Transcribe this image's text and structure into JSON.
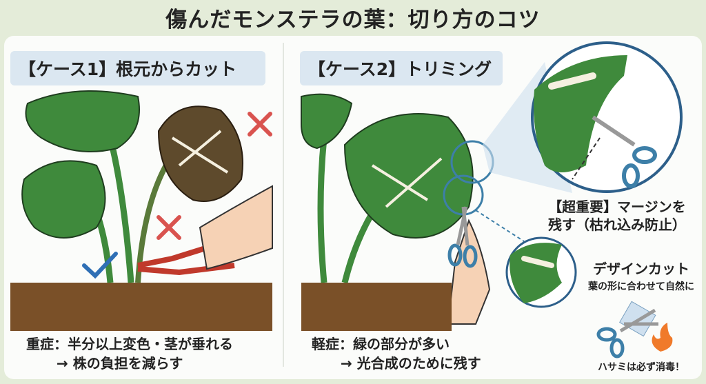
{
  "title": "傷んだモンステラの葉：切り方のコツ",
  "case1": {
    "label": "【ケース1】根元からカット",
    "caption_line1": "重症：半分以上変色・茎が垂れる",
    "caption_line2": "→ 株の負担を減らす"
  },
  "case2": {
    "label": "【ケース2】トリミング",
    "caption_line1": "軽症：緑の部分が多い",
    "caption_line2": "→ 光合成のために残す"
  },
  "notes": {
    "margin_line1": "【超重要】マージンを",
    "margin_line2": "残す（枯れ込み防止）",
    "design_title": "デザインカット",
    "design_sub": "葉の形に合わせて自然に",
    "disinfect": "ハサミは必ず消毒！"
  },
  "colors": {
    "background": "#e4ecd9",
    "leaf": "#3f8a3c",
    "damaged_leaf": "#6b4a2a",
    "pot": "#7a5028",
    "label_bg": "#dbe7f1",
    "cross": "#d9534f",
    "check": "#2f6fb5",
    "scissors": "#3d7fa8"
  },
  "icons": [
    "cross-mark-icon",
    "check-mark-icon",
    "pruning-shears-icon",
    "scissors-icon",
    "flame-icon"
  ]
}
